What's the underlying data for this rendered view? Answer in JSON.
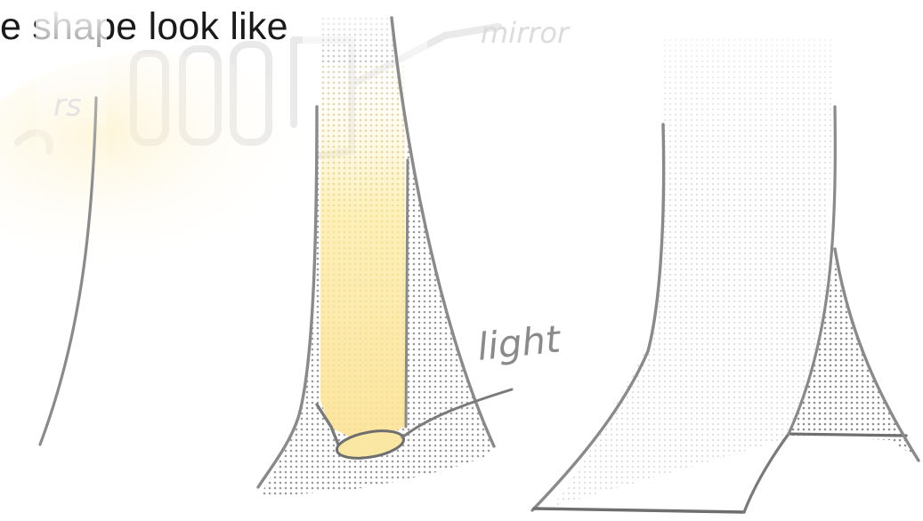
{
  "heading": "e shape look like",
  "annotations": {
    "mirror": "mirror",
    "light": "light",
    "faded_left": "rs"
  },
  "colors": {
    "stroke": "#8a8a8a",
    "dot": "#7a7a7a",
    "glow": "#fdeeb0"
  }
}
